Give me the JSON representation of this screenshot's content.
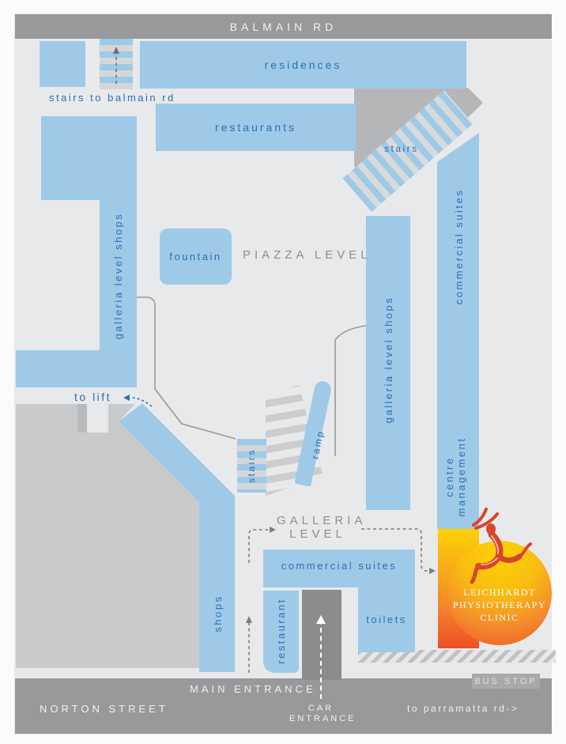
{
  "roads": {
    "balmain": "BALMAIN RD",
    "norton": "NORTON STREET",
    "main_entrance": "MAIN ENTRANCE",
    "car_entrance_line1": "CAR",
    "car_entrance_line2": "ENTRANCE",
    "to_parramatta": "to parramatta rd->",
    "bus_stop": "BUS STOP"
  },
  "levels": {
    "piazza": "PIAZZA LEVEL",
    "galleria_line1": "GALLERIA",
    "galleria_line2": "LEVEL"
  },
  "buildings": {
    "residences": "residences",
    "restaurants": "restaurants",
    "fountain": "fountain",
    "galleria_shops_west": "galleria level shops",
    "galleria_shops_mid": "galleria level shops",
    "commercial_suites_strip": "commercial suites",
    "centre_line1": "centre",
    "centre_line2": "management",
    "commercial_suites_block": "commercial suites",
    "toilets": "toilets",
    "restaurant": "restaurant",
    "shops": "shops"
  },
  "stairs": {
    "to_balmain": "stairs to balmain rd",
    "upper": "stairs",
    "galleria": "stairs",
    "ramp": "ramp"
  },
  "annotations": {
    "to_lift": "to lift"
  },
  "clinic": {
    "line1": "LEICHHARDT",
    "line2": "PHYSIOTHERAPY",
    "line3": "CLINIC"
  },
  "colors": {
    "block_blue": "#9ecae8",
    "text_blue": "#2e6fb3",
    "road_gray": "#98999b",
    "diag_road_gray": "#b4b6b8",
    "building_gray": "#c9cacc",
    "panel_bg": "#e8e9eb",
    "level_text_gray": "#8d8f91",
    "clinic_yellow": "#fdd205",
    "clinic_orange": "#ee4f26"
  }
}
